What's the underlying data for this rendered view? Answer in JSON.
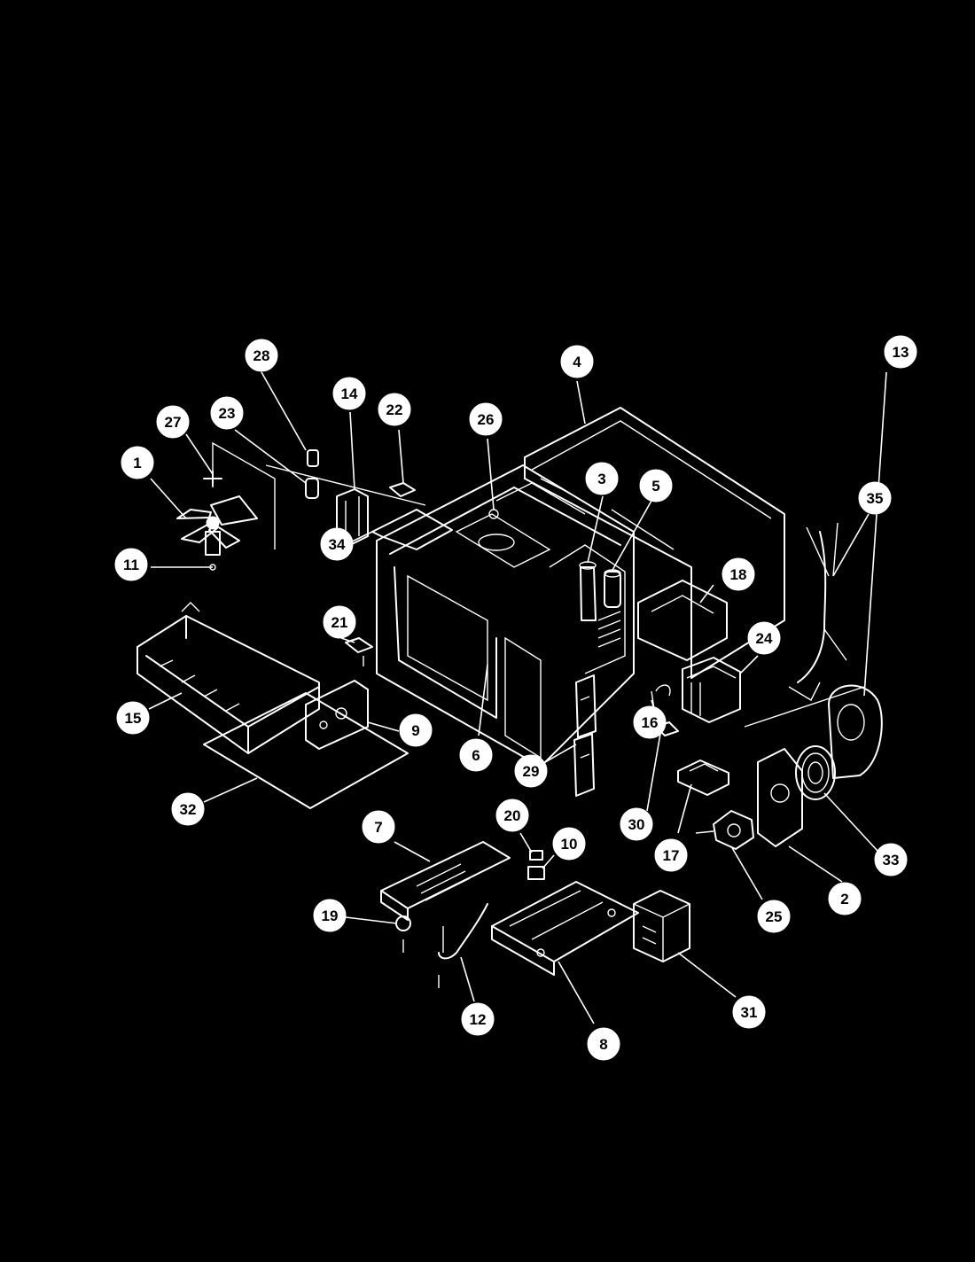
{
  "diagram": {
    "background_color": "#000000",
    "line_color": "#ffffff",
    "callouts": [
      {
        "id": "p1",
        "label": "1"
      },
      {
        "id": "p2",
        "label": "2"
      },
      {
        "id": "p3",
        "label": "3"
      },
      {
        "id": "p4",
        "label": "4"
      },
      {
        "id": "p5",
        "label": "5"
      },
      {
        "id": "p6",
        "label": "6"
      },
      {
        "id": "p7",
        "label": "7"
      },
      {
        "id": "p8",
        "label": "8"
      },
      {
        "id": "p9",
        "label": "9"
      },
      {
        "id": "p10",
        "label": "10"
      },
      {
        "id": "p11",
        "label": "11"
      },
      {
        "id": "p12",
        "label": "12"
      },
      {
        "id": "p13",
        "label": "13"
      },
      {
        "id": "p14",
        "label": "14"
      },
      {
        "id": "p15",
        "label": "15"
      },
      {
        "id": "p16",
        "label": "16"
      },
      {
        "id": "p17",
        "label": "17"
      },
      {
        "id": "p18",
        "label": "18"
      },
      {
        "id": "p19",
        "label": "19"
      },
      {
        "id": "p20",
        "label": "20"
      },
      {
        "id": "p21",
        "label": "21"
      },
      {
        "id": "p22",
        "label": "22"
      },
      {
        "id": "p23",
        "label": "23"
      },
      {
        "id": "p24",
        "label": "24"
      },
      {
        "id": "p25",
        "label": "25"
      },
      {
        "id": "p26",
        "label": "26"
      },
      {
        "id": "p27",
        "label": "27"
      },
      {
        "id": "p28",
        "label": "28"
      },
      {
        "id": "p29",
        "label": "29"
      },
      {
        "id": "p30",
        "label": "30"
      },
      {
        "id": "p31",
        "label": "31"
      },
      {
        "id": "p32",
        "label": "32"
      },
      {
        "id": "p33",
        "label": "33"
      },
      {
        "id": "p34",
        "label": "34"
      },
      {
        "id": "p35",
        "label": "35"
      }
    ]
  }
}
